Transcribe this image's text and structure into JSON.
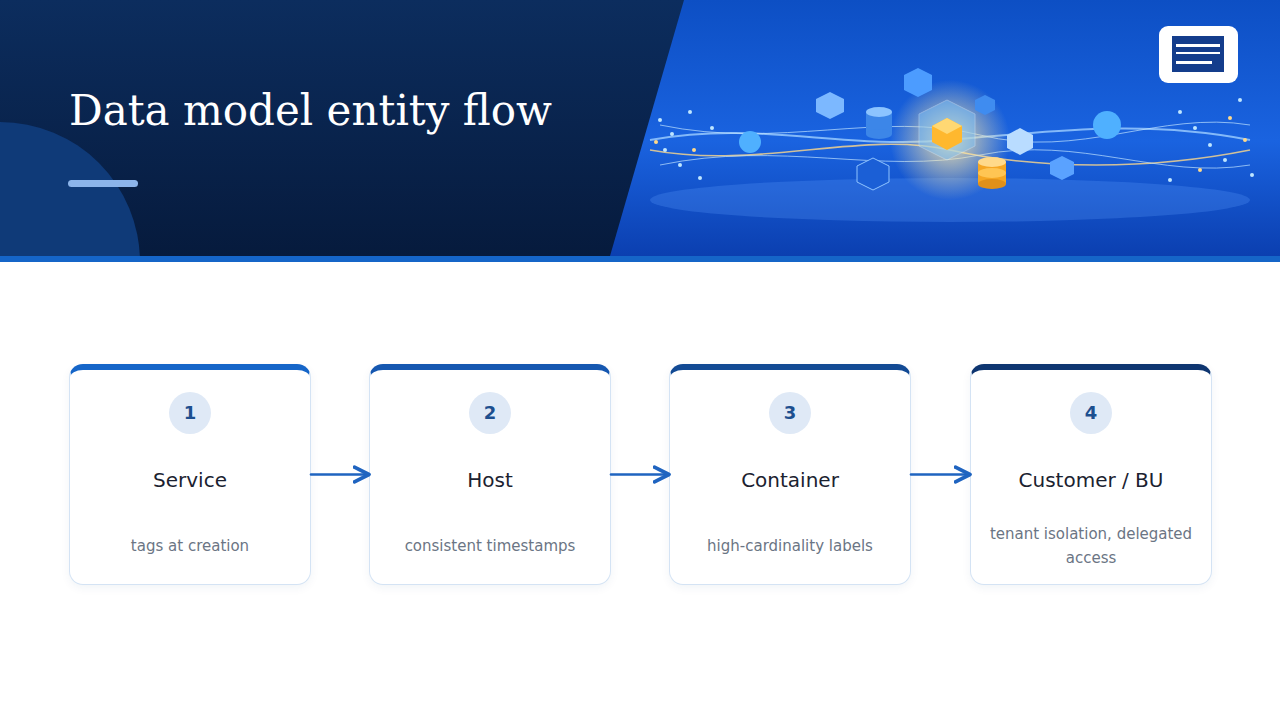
{
  "diagram": {
    "title": "Data model entity flow",
    "nodes": [
      {
        "text": [
          "Service",
          "tags at creation"
        ]
      },
      {
        "text": [
          "1"
        ],
        "in": 0
      },
      {
        "text": [
          "Host",
          "consistent timestamps"
        ]
      },
      {
        "text": [
          "2"
        ],
        "in": 2
      },
      {
        "text": [
          "Container",
          "high-cardinality labels"
        ]
      },
      {
        "text": [
          "3"
        ],
        "in": 4
      },
      {
        "text": [
          "Customer / BU",
          "tenant isolation, delegated access"
        ]
      },
      {
        "text": [
          "4"
        ],
        "in": 6
      }
    ],
    "edges": [
      {
        "from": 0,
        "to": 2,
        "arrow": "to"
      },
      {
        "from": 2,
        "to": 4,
        "arrow": "to"
      },
      {
        "from": 4,
        "to": 6,
        "arrow": "to"
      }
    ]
  }
}
